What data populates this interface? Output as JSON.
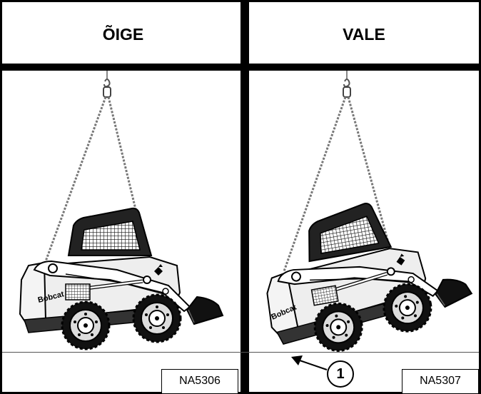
{
  "panels": [
    {
      "title": "ÕIGE",
      "code": "NA5306",
      "brand": "Bobcat"
    },
    {
      "title": "VALE",
      "code": "NA5307",
      "brand": "Bobcat",
      "callout": "1"
    }
  ]
}
